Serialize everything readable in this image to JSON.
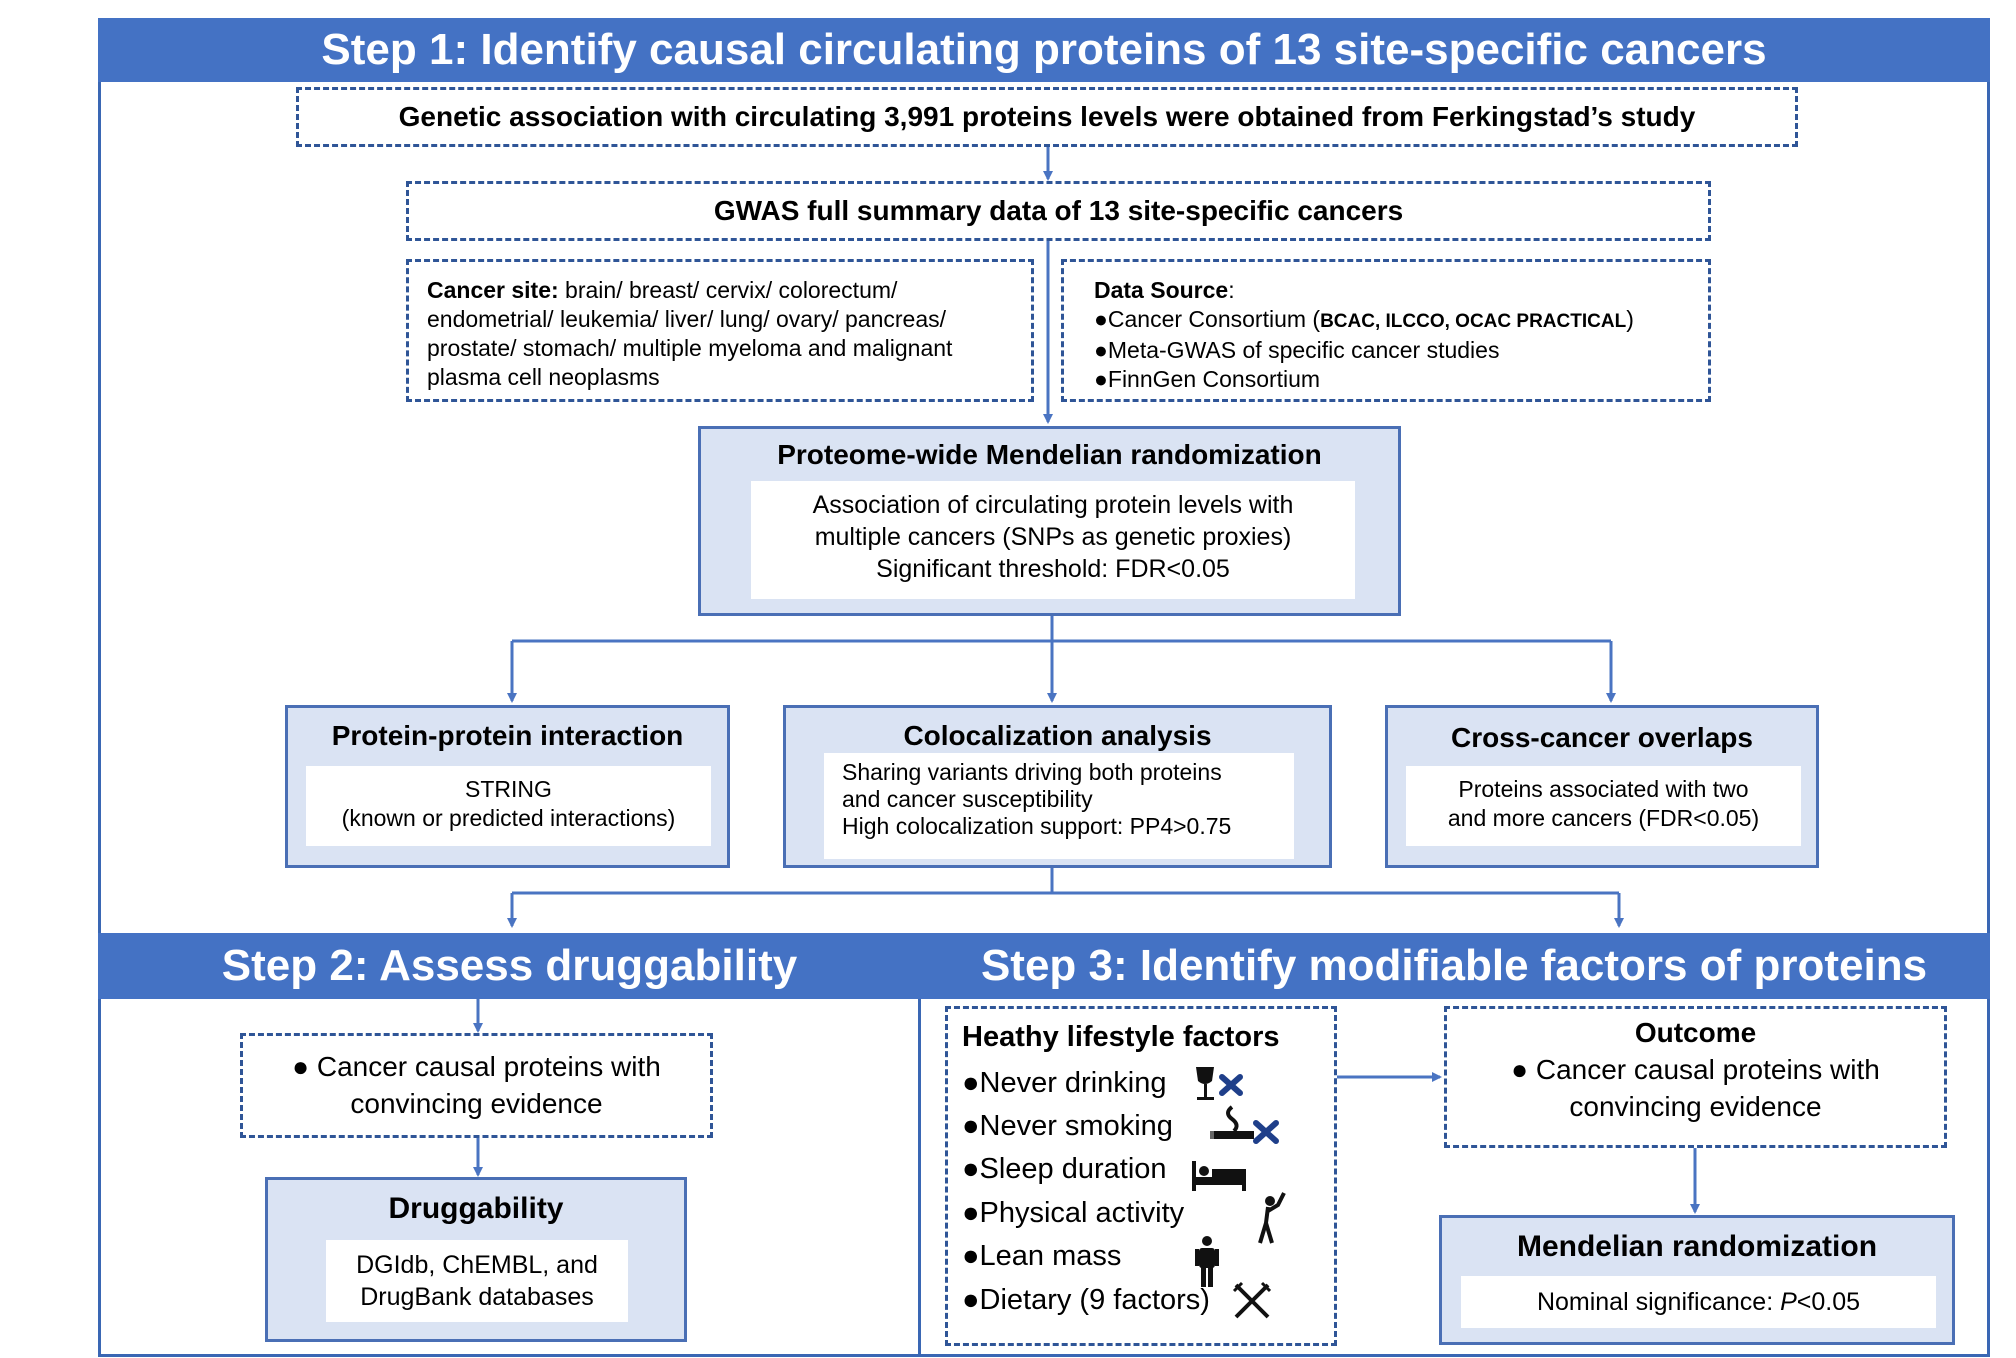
{
  "step1": {
    "banner": "Step 1: Identify causal circulating proteins of 13 site-specific cancers",
    "genetic_box": "Genetic association with circulating 3,991 proteins levels were obtained from Ferkingstad’s study",
    "gwas_box": "GWAS full summary data of 13 site-specific cancers",
    "cancer_site": {
      "label": "Cancer site:",
      "lines": [
        " brain/ breast/ cervix/ colorectum/",
        "endometrial/ leukemia/ liver/ lung/ ovary/ pancreas/",
        "prostate/ stomach/ multiple myeloma and malignant",
        "plasma cell neoplasms"
      ]
    },
    "data_source": {
      "label": "Data Source",
      "colon": ":",
      "items": [
        {
          "text": "●Cancer Consortium (",
          "bold": "BCAC, ILCCO, OCAC PRACTICAL",
          "end": ")"
        },
        {
          "text": "●Meta-GWAS of specific cancer studies"
        },
        {
          "text": "●FinnGen Consortium"
        }
      ]
    },
    "pwmr": {
      "title": "Proteome-wide Mendelian randomization",
      "lines": [
        "Association of circulating protein levels with",
        "multiple cancers (SNPs as genetic proxies)",
        "Significant threshold: FDR<0.05"
      ]
    },
    "ppi": {
      "title": "Protein-protein interaction",
      "lines": [
        "STRING",
        "(known or predicted interactions)"
      ]
    },
    "coloc": {
      "title": "Colocalization analysis",
      "lines": [
        "Sharing variants driving both proteins",
        "and cancer susceptibility",
        "High colocalization support: PP4>0.75"
      ]
    },
    "cross": {
      "title": "Cross-cancer overlaps",
      "lines": [
        "Proteins associated with two",
        "and more cancers (FDR<0.05)"
      ]
    }
  },
  "step2": {
    "banner": "Step 2: Assess druggability",
    "evidence_box": [
      "● Cancer causal proteins with",
      "convincing evidence"
    ],
    "druggability": {
      "title": "Druggability",
      "lines": [
        "DGIdb, ChEMBL, and",
        "DrugBank  databases"
      ]
    }
  },
  "step3": {
    "banner": "Step 3: Identify modifiable factors of proteins",
    "lifestyle": {
      "title": "Heathy lifestyle factors",
      "items": [
        {
          "label": "●Never drinking",
          "icon": "no-drinking-icon"
        },
        {
          "label": "●Never smoking",
          "icon": "no-smoking-icon"
        },
        {
          "label": "●Sleep duration",
          "icon": "bed-icon"
        },
        {
          "label": "●Physical activity",
          "icon": "golfer-icon"
        },
        {
          "label": "●Lean mass",
          "icon": "person-icon"
        },
        {
          "label": "●Dietary (9 factors)",
          "icon": "fork-knife-icon"
        }
      ]
    },
    "outcome": {
      "title": "Outcome",
      "lines": [
        "● Cancer causal proteins with",
        "convincing evidence"
      ]
    },
    "mr": {
      "title": "Mendelian randomization",
      "prefix": "Nominal significance: ",
      "italic": "P",
      "suffix": "<0.05"
    }
  },
  "colors": {
    "banner": "#4472c4",
    "frame": "#3a67b4",
    "box_fill": "#dae3f3",
    "arrow": "#4a74c2",
    "dash_border": "#2f5597"
  }
}
